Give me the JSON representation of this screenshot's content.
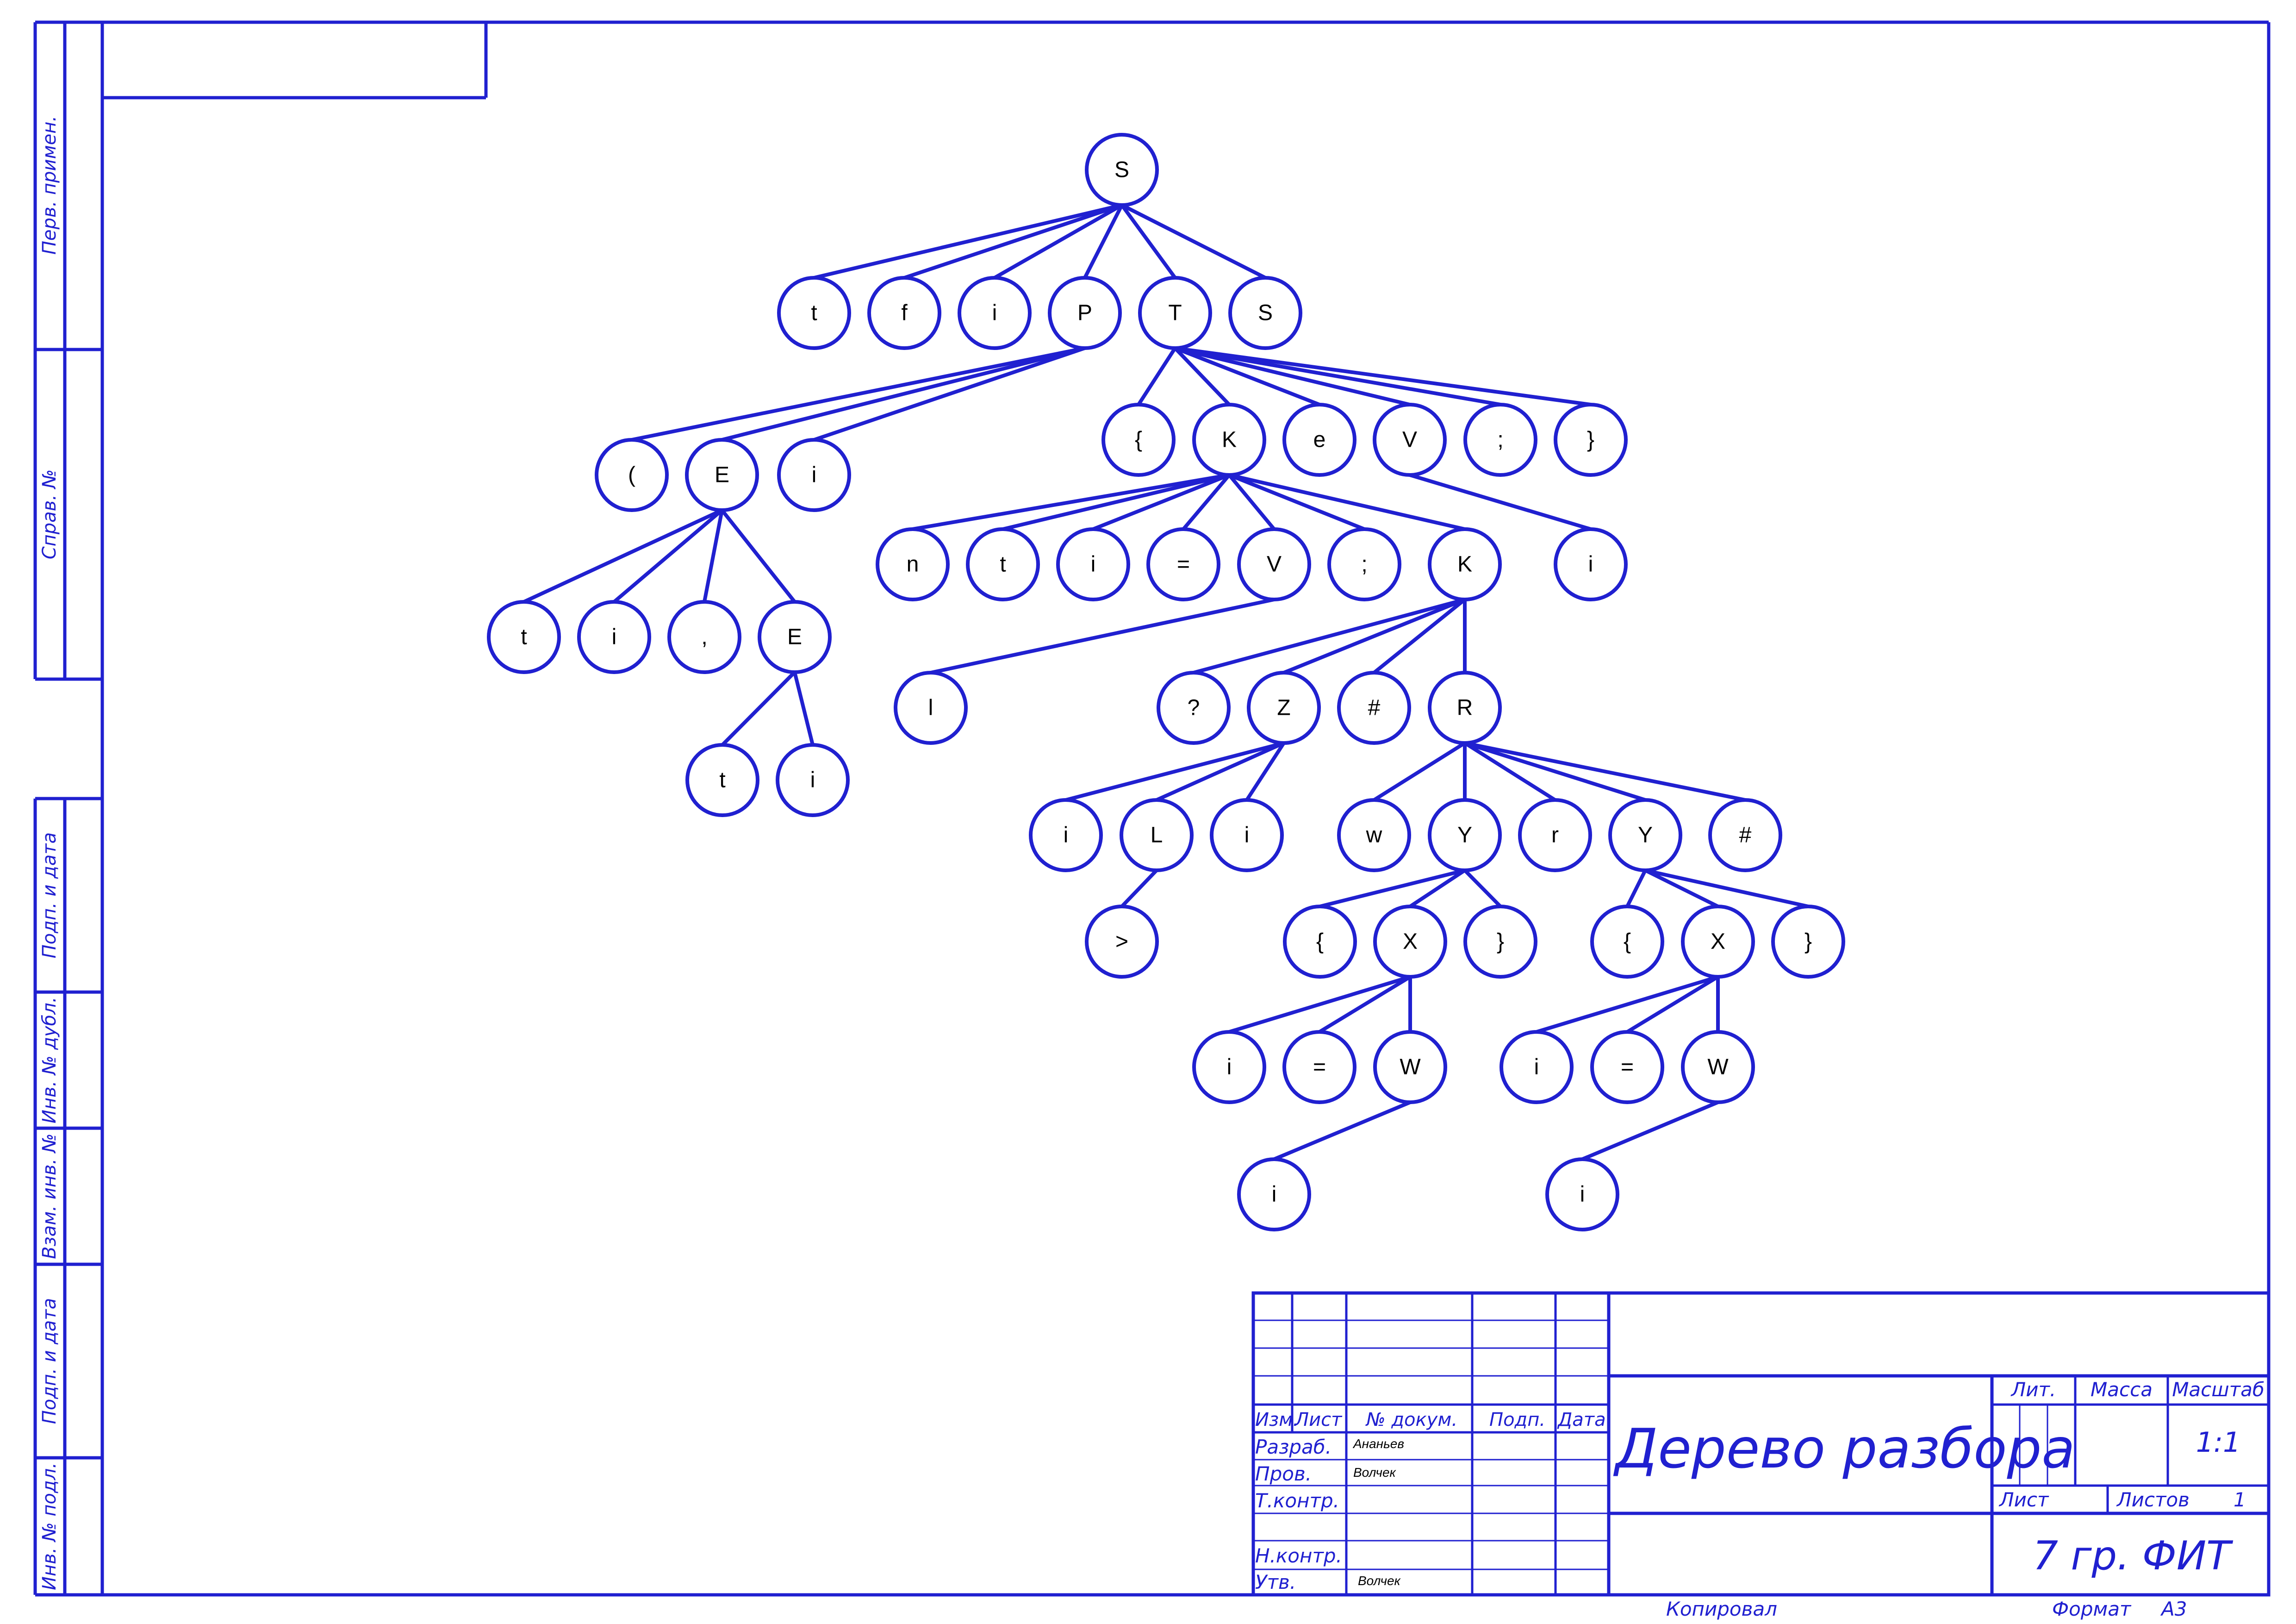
{
  "colors": {
    "line": "#2020d0",
    "text": "#000000",
    "background": "#ffffff"
  },
  "side_strip": {
    "labels": [
      "Перв. примен.",
      "Справ. №",
      "Подп. и дата",
      "Инв. № дубл.",
      "Взам. инв. №",
      "Подп. и дата",
      "Инв. № подл."
    ]
  },
  "title_block": {
    "headers": [
      "Изм.",
      "Лист",
      "№ докум.",
      "Подп.",
      "Дата"
    ],
    "roles": [
      "Разраб.",
      "Пров.",
      "Т.контр.",
      "Н.контр.",
      "Утв."
    ],
    "people": {
      "developer": "Ананьев",
      "checker": "Волчек",
      "approver": "Волчек"
    },
    "title": "Дерево разбора",
    "lit_label": "Лит.",
    "mass_label": "Масса",
    "scale_label": "Масштаб",
    "scale_value": "1:1",
    "sheet_label": "Лист",
    "sheets_label": "Листов",
    "sheets_value": "1",
    "organization": "7 гр. ФИТ",
    "copied_label": "Копировал",
    "format_label": "Формат",
    "format_value": "А3"
  },
  "tree": {
    "nodes": [
      {
        "id": "n0",
        "label": "S"
      },
      {
        "id": "n1",
        "label": "t"
      },
      {
        "id": "n2",
        "label": "f"
      },
      {
        "id": "n3",
        "label": "i"
      },
      {
        "id": "n4",
        "label": "P"
      },
      {
        "id": "n5",
        "label": "T"
      },
      {
        "id": "n6",
        "label": "S"
      },
      {
        "id": "n7",
        "label": "("
      },
      {
        "id": "n8",
        "label": "E"
      },
      {
        "id": "n9",
        "label": "i"
      },
      {
        "id": "n10",
        "label": "t"
      },
      {
        "id": "n11",
        "label": "i"
      },
      {
        "id": "n12",
        "label": ","
      },
      {
        "id": "n13",
        "label": "E"
      },
      {
        "id": "n14",
        "label": "t"
      },
      {
        "id": "n15",
        "label": "i"
      },
      {
        "id": "n16",
        "label": "{"
      },
      {
        "id": "n17",
        "label": "K"
      },
      {
        "id": "n18",
        "label": "e"
      },
      {
        "id": "n19",
        "label": "V"
      },
      {
        "id": "n20",
        "label": ";"
      },
      {
        "id": "n21",
        "label": "}"
      },
      {
        "id": "n22",
        "label": "i"
      },
      {
        "id": "n23",
        "label": "n"
      },
      {
        "id": "n24",
        "label": "t"
      },
      {
        "id": "n25",
        "label": "i"
      },
      {
        "id": "n26",
        "label": "="
      },
      {
        "id": "n27",
        "label": "V"
      },
      {
        "id": "n28",
        "label": ";"
      },
      {
        "id": "n29",
        "label": "K"
      },
      {
        "id": "n30",
        "label": "l"
      },
      {
        "id": "n31",
        "label": "?"
      },
      {
        "id": "n32",
        "label": "Z"
      },
      {
        "id": "n33",
        "label": "#"
      },
      {
        "id": "n34",
        "label": "R"
      },
      {
        "id": "n35",
        "label": "i"
      },
      {
        "id": "n36",
        "label": "L"
      },
      {
        "id": "n37",
        "label": "i"
      },
      {
        "id": "n38",
        "label": ">"
      },
      {
        "id": "n39",
        "label": "w"
      },
      {
        "id": "n40",
        "label": "Y"
      },
      {
        "id": "n41",
        "label": "r"
      },
      {
        "id": "n42",
        "label": "Y"
      },
      {
        "id": "n43",
        "label": "#"
      },
      {
        "id": "n44",
        "label": "{"
      },
      {
        "id": "n45",
        "label": "X"
      },
      {
        "id": "n46",
        "label": "}"
      },
      {
        "id": "n47",
        "label": "{"
      },
      {
        "id": "n48",
        "label": "X"
      },
      {
        "id": "n49",
        "label": "}"
      },
      {
        "id": "n50",
        "label": "i"
      },
      {
        "id": "n51",
        "label": "="
      },
      {
        "id": "n52",
        "label": "W"
      },
      {
        "id": "n53",
        "label": "i"
      },
      {
        "id": "n54",
        "label": "="
      },
      {
        "id": "n55",
        "label": "W"
      },
      {
        "id": "n56",
        "label": "i"
      },
      {
        "id": "n57",
        "label": "i"
      }
    ],
    "edges": [
      [
        "n0",
        "n1"
      ],
      [
        "n0",
        "n2"
      ],
      [
        "n0",
        "n3"
      ],
      [
        "n0",
        "n4"
      ],
      [
        "n0",
        "n5"
      ],
      [
        "n0",
        "n6"
      ],
      [
        "n4",
        "n7"
      ],
      [
        "n4",
        "n8"
      ],
      [
        "n4",
        "n9"
      ],
      [
        "n8",
        "n10"
      ],
      [
        "n8",
        "n11"
      ],
      [
        "n8",
        "n12"
      ],
      [
        "n8",
        "n13"
      ],
      [
        "n13",
        "n14"
      ],
      [
        "n13",
        "n15"
      ],
      [
        "n5",
        "n16"
      ],
      [
        "n5",
        "n17"
      ],
      [
        "n5",
        "n18"
      ],
      [
        "n5",
        "n19"
      ],
      [
        "n5",
        "n20"
      ],
      [
        "n5",
        "n21"
      ],
      [
        "n19",
        "n22"
      ],
      [
        "n17",
        "n23"
      ],
      [
        "n17",
        "n24"
      ],
      [
        "n17",
        "n25"
      ],
      [
        "n17",
        "n26"
      ],
      [
        "n17",
        "n27"
      ],
      [
        "n17",
        "n28"
      ],
      [
        "n17",
        "n29"
      ],
      [
        "n27",
        "n30"
      ],
      [
        "n29",
        "n31"
      ],
      [
        "n29",
        "n32"
      ],
      [
        "n29",
        "n33"
      ],
      [
        "n29",
        "n34"
      ],
      [
        "n32",
        "n35"
      ],
      [
        "n32",
        "n36"
      ],
      [
        "n32",
        "n37"
      ],
      [
        "n36",
        "n38"
      ],
      [
        "n34",
        "n39"
      ],
      [
        "n34",
        "n40"
      ],
      [
        "n34",
        "n41"
      ],
      [
        "n34",
        "n42"
      ],
      [
        "n34",
        "n43"
      ],
      [
        "n40",
        "n44"
      ],
      [
        "n40",
        "n45"
      ],
      [
        "n40",
        "n46"
      ],
      [
        "n42",
        "n47"
      ],
      [
        "n42",
        "n48"
      ],
      [
        "n42",
        "n49"
      ],
      [
        "n45",
        "n50"
      ],
      [
        "n45",
        "n51"
      ],
      [
        "n45",
        "n52"
      ],
      [
        "n48",
        "n53"
      ],
      [
        "n48",
        "n54"
      ],
      [
        "n48",
        "n55"
      ],
      [
        "n52",
        "n56"
      ],
      [
        "n55",
        "n57"
      ]
    ]
  }
}
